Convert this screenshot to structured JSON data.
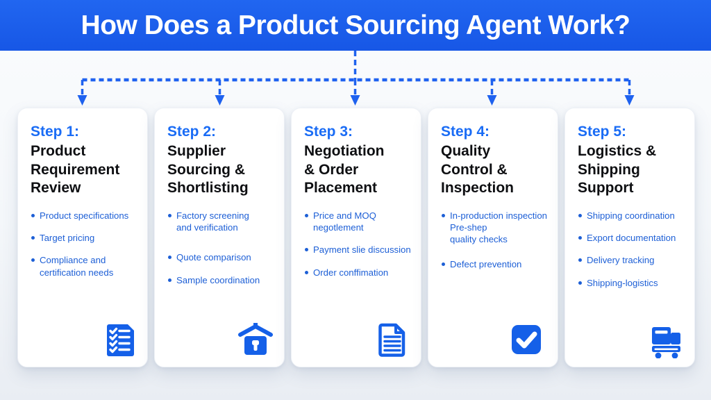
{
  "banner": {
    "title": "How Does a Product Sourcing Agent Work?",
    "bg_color": "#1757e6",
    "text_color": "#ffffff"
  },
  "connector": {
    "style": "dashed",
    "color": "#1f62ef",
    "branches": 5
  },
  "colors": {
    "accent_blue": "#1f62ef",
    "step_label_blue": "#1a6cf5",
    "bullet_blue": "#1d5fd6",
    "heading_black": "#0e0f12",
    "icon_blue": "#1560e8",
    "card_bg": "#ffffff"
  },
  "steps": [
    {
      "label": "Step 1:",
      "title": "Product\nRequirement\nReview",
      "bullets": [
        "Product specifications",
        "Target pricing",
        "Compliance and\ncertification needs"
      ],
      "icon": "checklist-document-icon"
    },
    {
      "label": "Step 2:",
      "title": "Supplier\nSourcing &\nShortlisting",
      "bullets": [
        "Factory screening\nand verification",
        "Quote comparison",
        "Sample coordination"
      ],
      "icon": "secure-factory-icon"
    },
    {
      "label": "Step 3:",
      "title": "Negotiation\n& Order\nPlacement",
      "bullets": [
        "Price and MOQ\nnegotlement",
        "Payment slie discussion",
        "Order conffimation"
      ],
      "icon": "document-icon"
    },
    {
      "label": "Step 4:",
      "title": "Quality\nControl &\nInspection",
      "bullets": [
        "In-production inspection\nPre-shep\nquality checks",
        "Defect prevention"
      ],
      "icon": "check-square-icon"
    },
    {
      "label": "Step 5:",
      "title": "Logistics &\nShipping\nSupport",
      "bullets": [
        "Shipping coordination",
        "Export documentation",
        "Delivery tracking",
        "Shipping-logistics"
      ],
      "icon": "delivery-cart-icon"
    }
  ]
}
